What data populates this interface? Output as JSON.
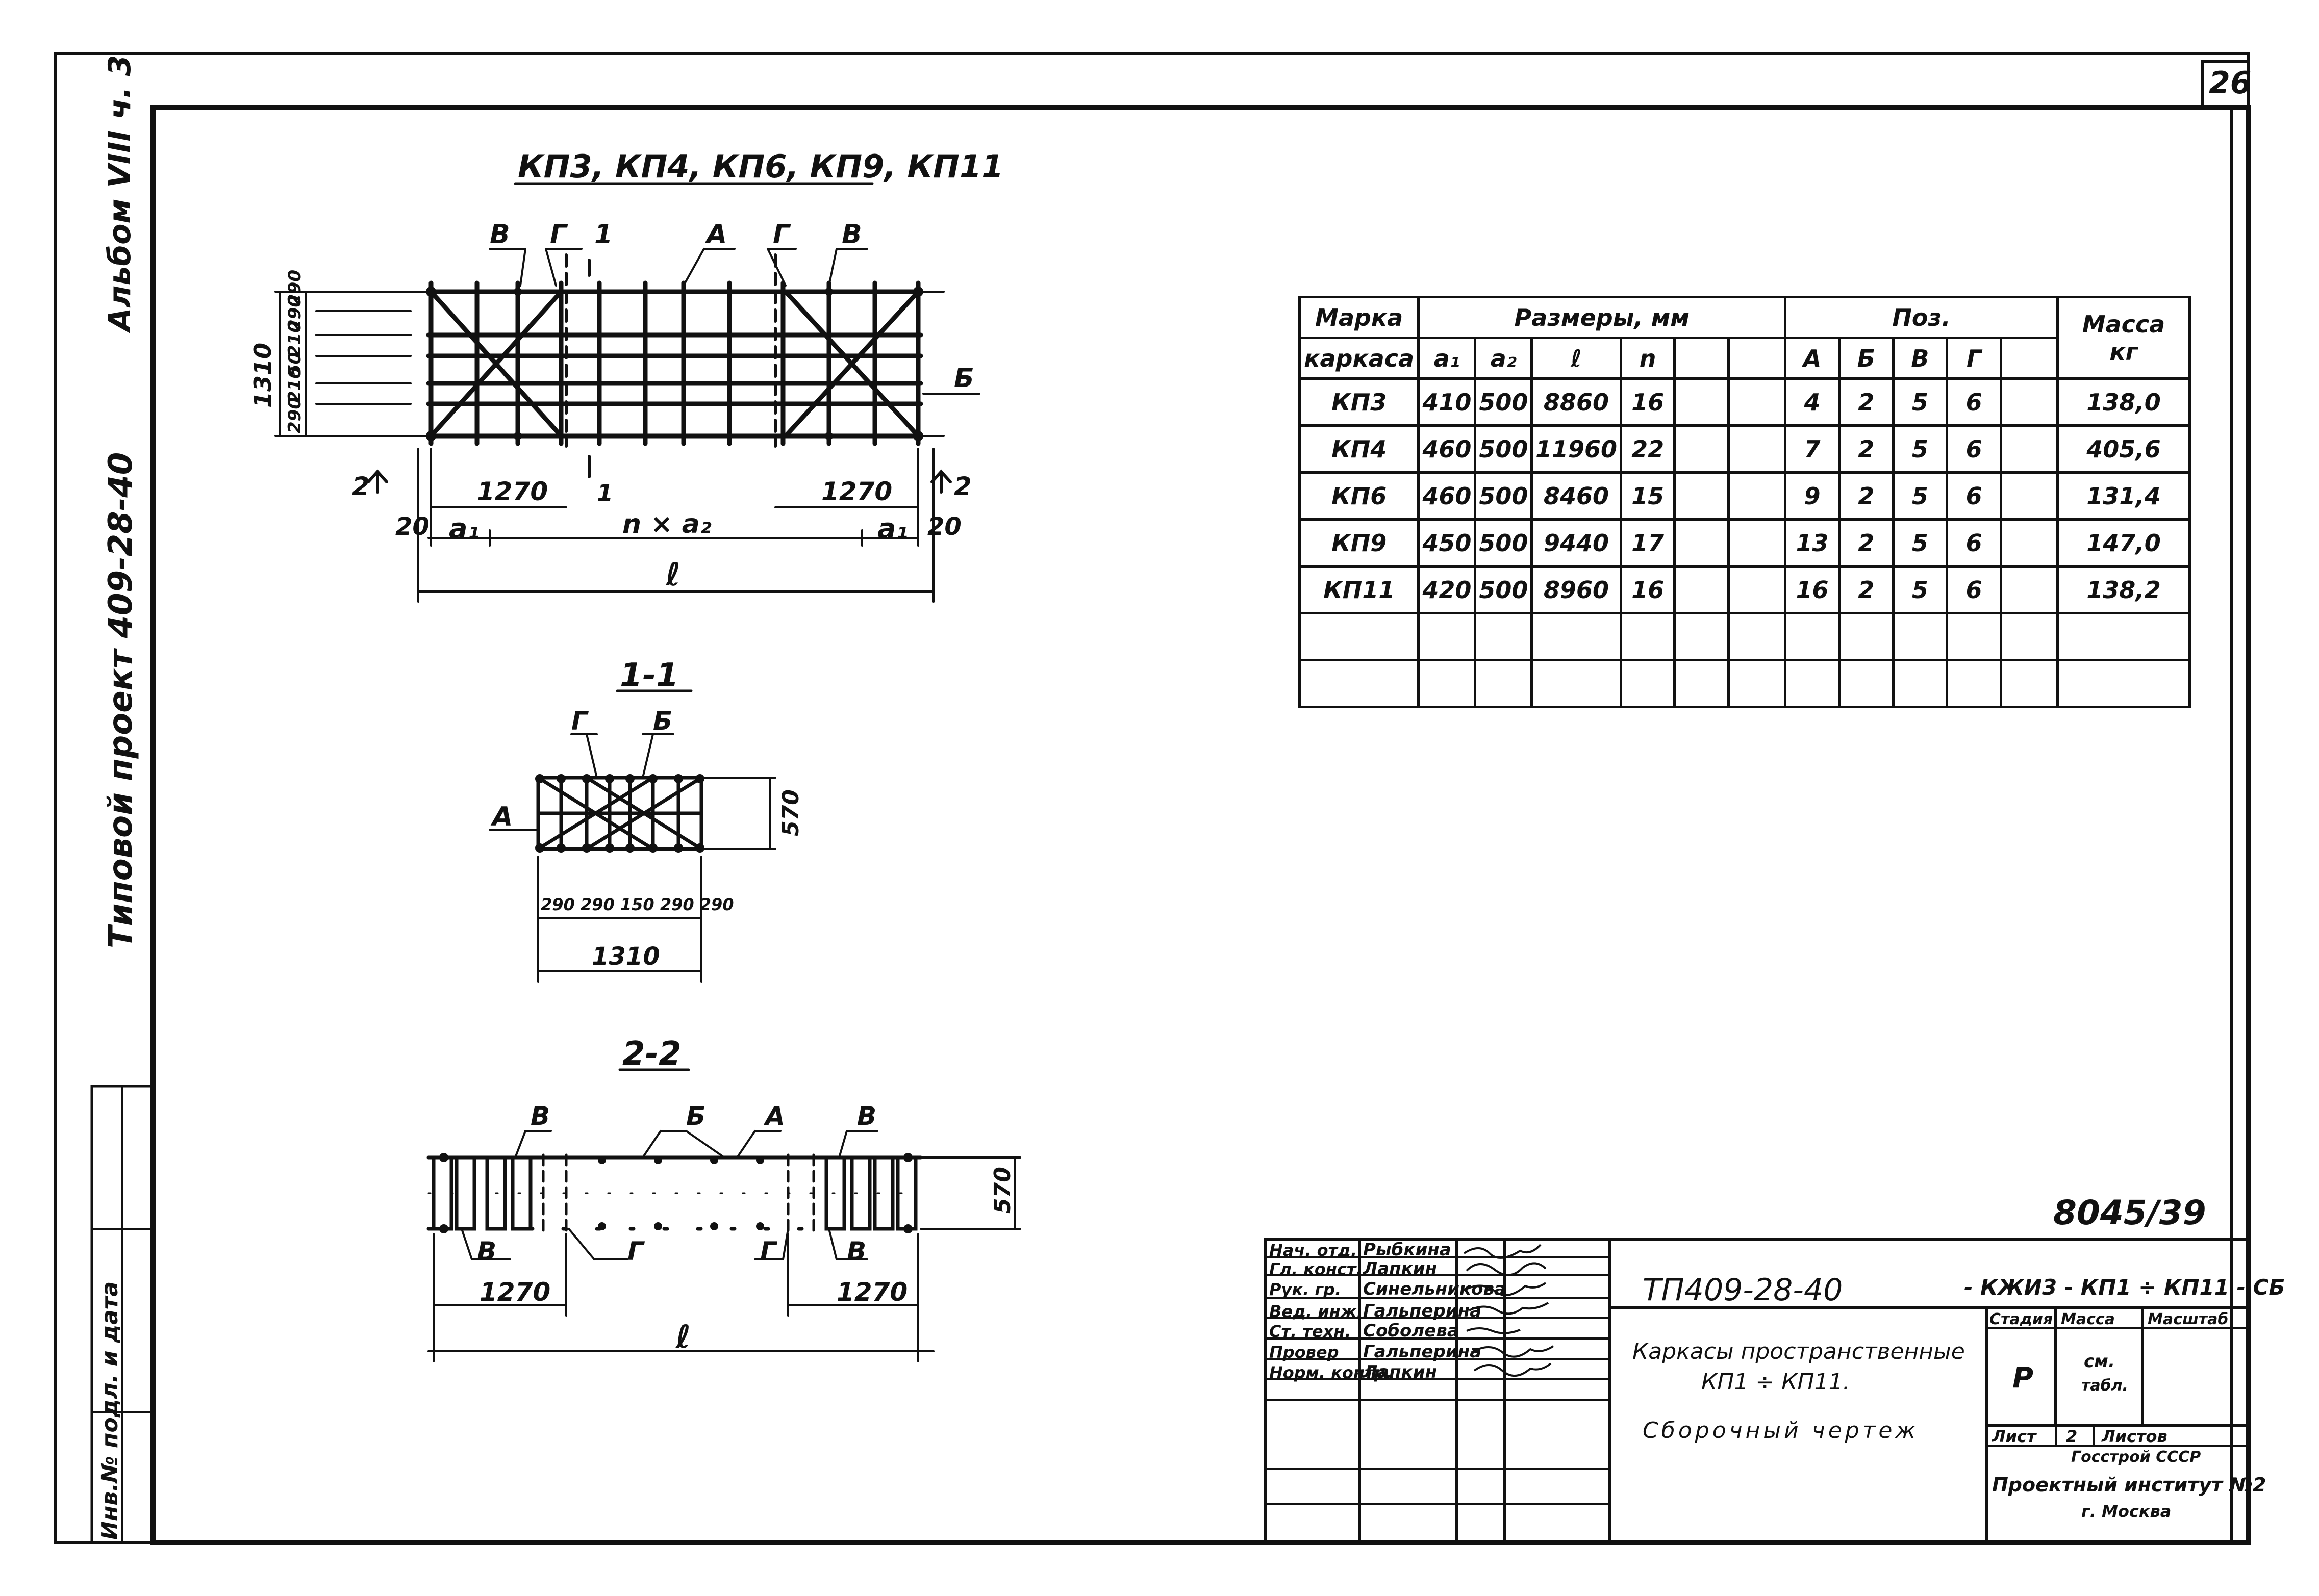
{
  "sheet": {
    "page_number": "26",
    "archive_number": "8045/39"
  },
  "margin_left": {
    "project_title": "Типовой проект 409-28-40",
    "album": "Альбом VIII ч. 3",
    "stamp_text": "Инв.№ подл. и дата"
  },
  "views": {
    "main_title": "КП3, КП4, КП6, КП9, КП11",
    "section_1": "1-1",
    "section_2": "2-2"
  },
  "main_view_labels": {
    "dim_1310": "1310",
    "dim_290_a": "290",
    "dim_210_a": "210",
    "dim_50": "50",
    "dim_210_b": "210",
    "dim_290_b": "290",
    "dim_290_c": "290",
    "pos_v_left": "В",
    "pos_g_left": "Г",
    "pos_1": "1",
    "pos_a": "А",
    "pos_g_right": "Г",
    "pos_v_right": "В",
    "pos_b": "Б",
    "dim_1270_left": "1270",
    "dim_1270_right": "1270",
    "section_mark_left": "2",
    "section_mark_right": "2",
    "section_1_mark": "1",
    "dim_20_left": "20",
    "dim_a1_left": "a₁",
    "dim_n_a2": "n × a₂",
    "dim_a1_right": "a₁",
    "dim_20_right": "20",
    "dim_l": "ℓ"
  },
  "section1_labels": {
    "pos_g": "Г",
    "pos_b": "Б",
    "pos_a": "А",
    "dim_570": "570",
    "dims_row": "290 290 150 290 290",
    "dim_1310": "1310"
  },
  "section2_labels": {
    "pos_v_left": "В",
    "pos_b": "Б",
    "pos_a": "А",
    "pos_v_right": "В",
    "dim_570": "570",
    "pos_v_bl": "В",
    "pos_g_l": "Г",
    "pos_g_r": "Г",
    "pos_v_br": "В",
    "dim_1270_l": "1270",
    "dim_1270_r": "1270",
    "dim_l": "ℓ"
  },
  "spec_table": {
    "headers": {
      "marka": "Марка",
      "karkasa": "каркаса",
      "sizes": "Размеры, мм",
      "pos": "Поз.",
      "massa": "Масса",
      "kg": "кг"
    },
    "sub_headers": [
      "a₁",
      "a₂",
      "ℓ",
      "n",
      "",
      "",
      "А",
      "Б",
      "В",
      "Г",
      ""
    ],
    "rows": [
      [
        "КП3",
        "410",
        "500",
        "8860",
        "16",
        "",
        "",
        "4",
        "2",
        "5",
        "6",
        "",
        "138,0"
      ],
      [
        "КП4",
        "460",
        "500",
        "11960",
        "22",
        "",
        "",
        "7",
        "2",
        "5",
        "6",
        "",
        "405,6"
      ],
      [
        "КП6",
        "460",
        "500",
        "8460",
        "15",
        "",
        "",
        "9",
        "2",
        "5",
        "6",
        "",
        "131,4"
      ],
      [
        "КП9",
        "450",
        "500",
        "9440",
        "17",
        "",
        "",
        "13",
        "2",
        "5",
        "6",
        "",
        "147,0"
      ],
      [
        "КП11",
        "420",
        "500",
        "8960",
        "16",
        "",
        "",
        "16",
        "2",
        "5",
        "6",
        "",
        "138,2"
      ],
      [
        "",
        "",
        "",
        "",
        "",
        "",
        "",
        "",
        "",
        "",
        "",
        "",
        ""
      ],
      [
        "",
        "",
        "",
        "",
        "",
        "",
        "",
        "",
        "",
        "",
        "",
        "",
        ""
      ]
    ]
  },
  "title_block": {
    "roles": [
      "Нач. отд.",
      "Гл. конст.",
      "Рук. гр.",
      "Вед. инж.",
      "Ст. техн.",
      "Провер",
      "Норм. контр."
    ],
    "names": [
      "Рыбкина",
      "Лапкин",
      "Синельникова",
      "Гальперина",
      "Соболева",
      "Гальперина",
      "Лапкин"
    ],
    "doc_code": "ТП409-28-40",
    "doc_suffix": "- КЖИ3 - КП1 ÷ КП11 - СБ",
    "title_line1": "Каркасы пространственные",
    "title_line2": "КП1 ÷ КП11.",
    "title_line3": "Сборочный чертеж",
    "col_stadia": "Стадия",
    "col_massa": "Масса",
    "col_masshtab": "Масштаб",
    "stadia_value": "Р",
    "massa_value_1": "см.",
    "massa_value_2": "табл.",
    "sheet_label": "Лист",
    "sheet_num": "2",
    "sheets_label": "Листов",
    "org_line1": "Госстрой СССР",
    "org_line2": "Проектный институт №2",
    "org_line3": "г. Москва"
  }
}
